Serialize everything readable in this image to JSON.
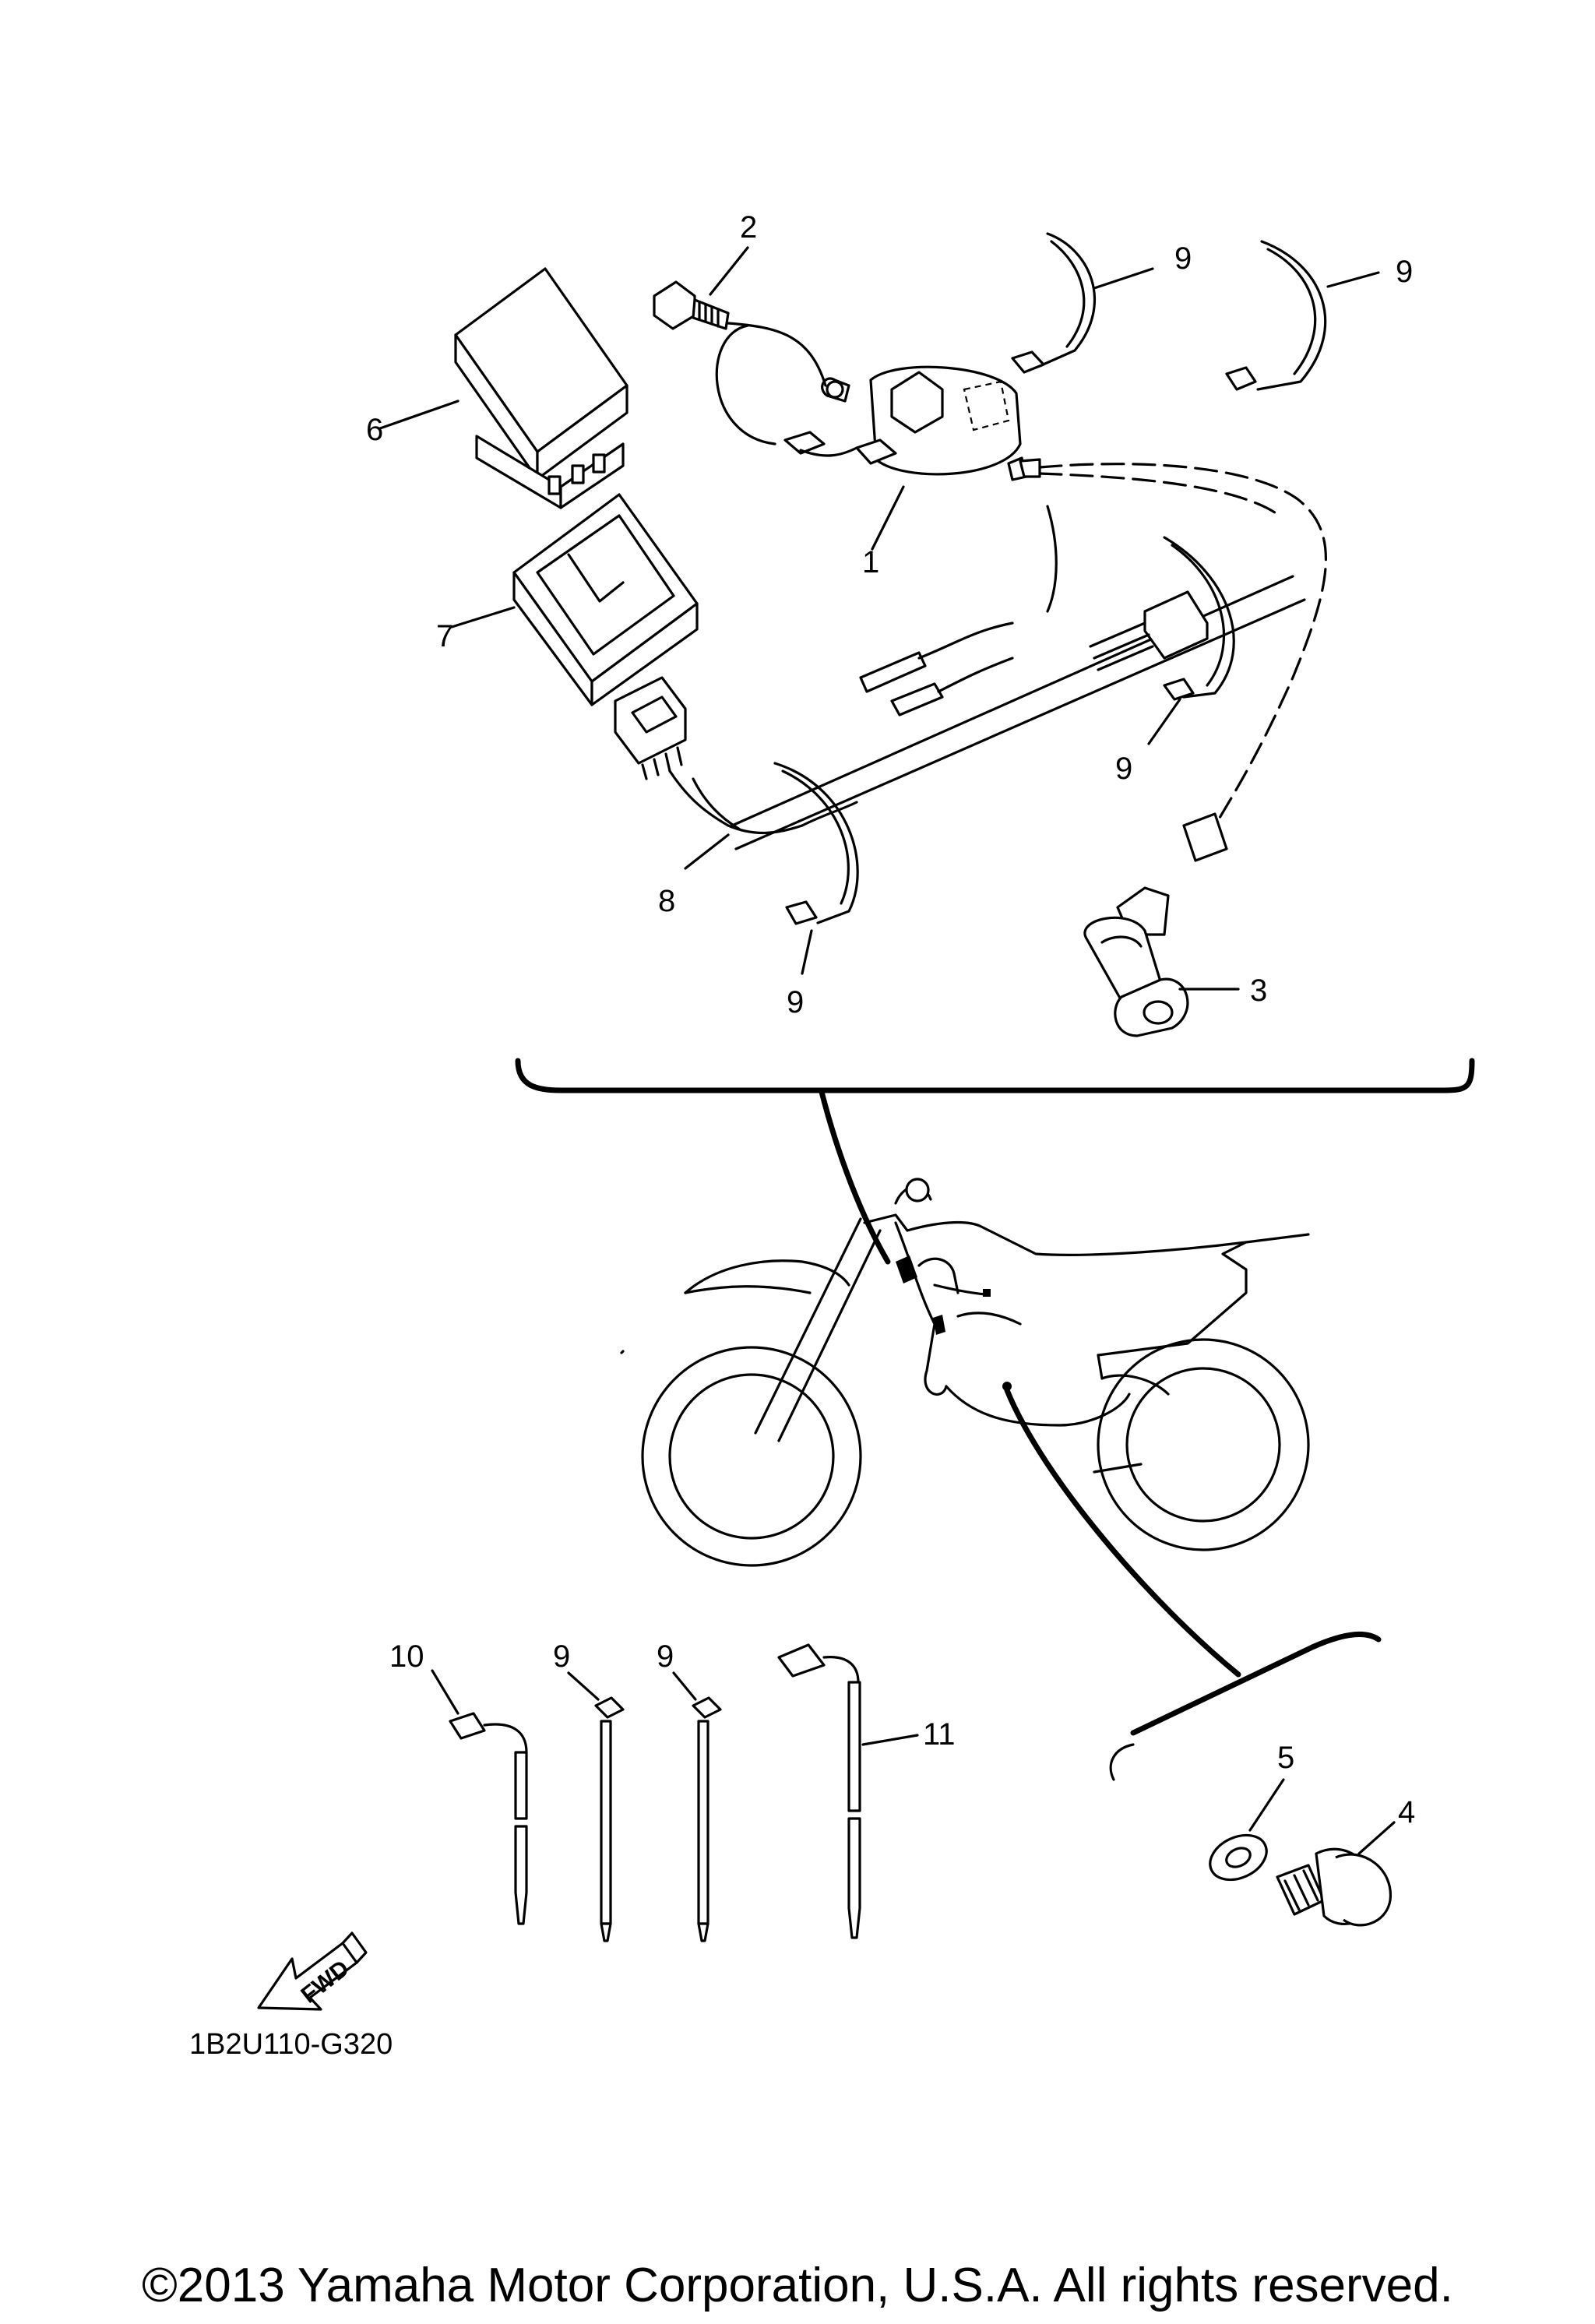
{
  "callouts": {
    "c1": "1",
    "c2": "2",
    "c3": "3",
    "c4": "4",
    "c5": "5",
    "c6": "6",
    "c7": "7",
    "c8": "8",
    "c9": "9",
    "c10": "10",
    "c11": "11"
  },
  "fwd_arrow_label": "FWD",
  "diagram_code": "1B2U110-G320",
  "copyright": "©2013 Yamaha Motor Corporation, U.S.A. All rights reserved."
}
